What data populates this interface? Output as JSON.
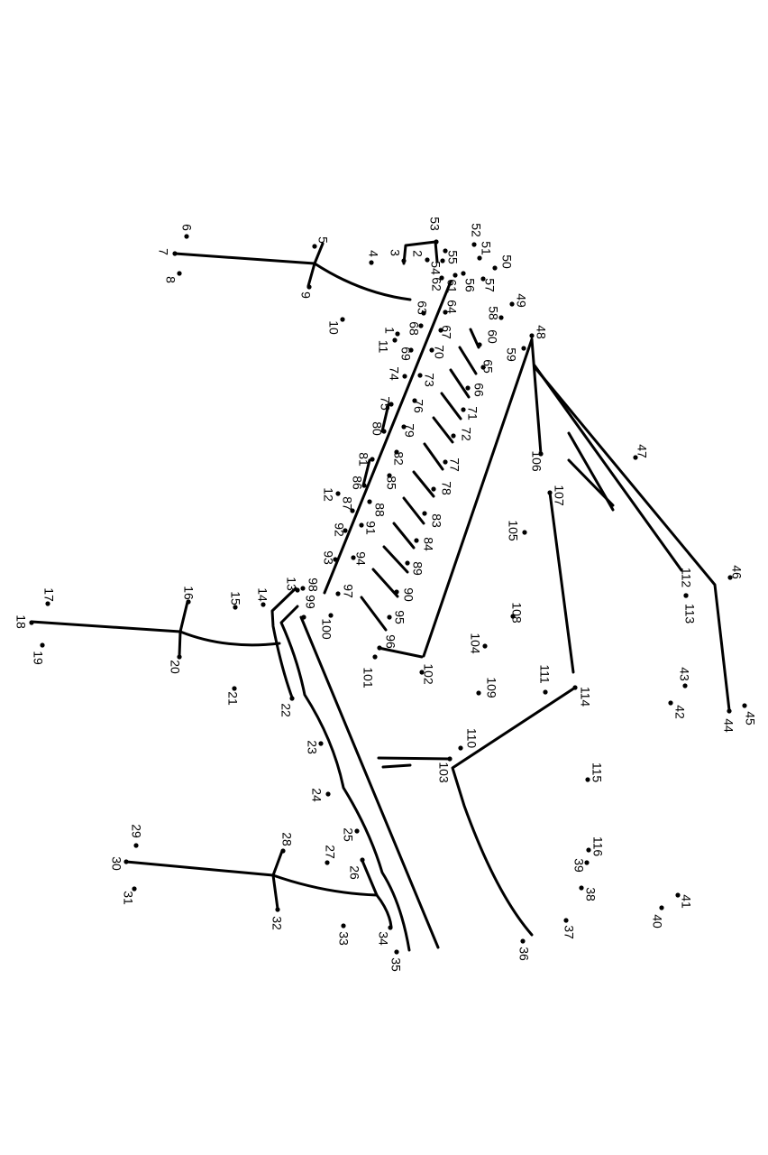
{
  "worksheet": {
    "type": "connect-the-dots",
    "dot_color": "#000000",
    "line_color": "#000000",
    "dots": [
      "1",
      "2",
      "3",
      "4",
      "5",
      "6",
      "7",
      "8",
      "9",
      "10",
      "11",
      "12",
      "13",
      "14",
      "15",
      "16",
      "17",
      "18",
      "19",
      "20",
      "21",
      "22",
      "23",
      "24",
      "25",
      "26",
      "27",
      "28",
      "29",
      "30",
      "31",
      "32",
      "33",
      "34",
      "35",
      "36",
      "37",
      "38",
      "39",
      "40",
      "41",
      "42",
      "43",
      "44",
      "45",
      "46",
      "47",
      "48",
      "49",
      "50",
      "51",
      "52",
      "53",
      "54",
      "55",
      "56",
      "57",
      "58",
      "59",
      "60",
      "61",
      "62",
      "63",
      "64",
      "65",
      "66",
      "67",
      "68",
      "69",
      "70",
      "71",
      "72",
      "73",
      "74",
      "75",
      "76",
      "77",
      "78",
      "79",
      "80",
      "81",
      "82",
      "83",
      "84",
      "85",
      "86",
      "87",
      "88",
      "89",
      "90",
      "91",
      "92",
      "93",
      "94",
      "95",
      "96",
      "97",
      "98",
      "99",
      "100",
      "101",
      "102",
      "103",
      "104",
      "105",
      "106",
      "107",
      "108",
      "109",
      "110",
      "111",
      "112",
      "113",
      "114",
      "115",
      "116"
    ]
  }
}
